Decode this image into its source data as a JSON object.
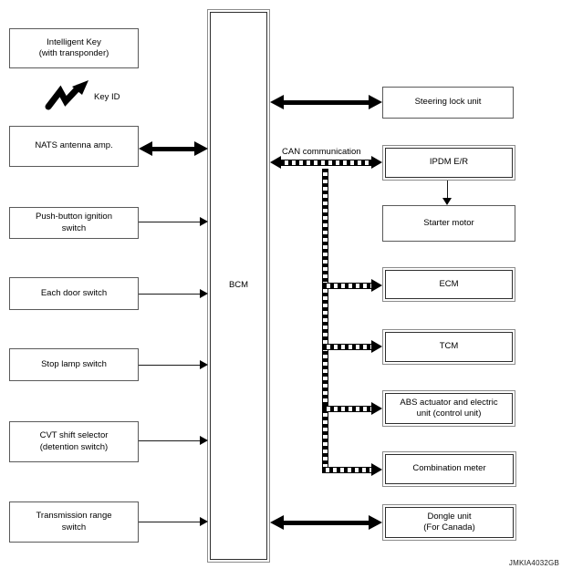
{
  "diagram": {
    "title_hidden": "",
    "center": {
      "bcm": "BCM"
    },
    "left": {
      "intelligent_key": "Intelligent Key\n(with transponder)",
      "key_id": "Key ID",
      "nats_antenna": "NATS antenna amp.",
      "push_button": "Push-button ignition\nswitch",
      "each_door": "Each door switch",
      "stop_lamp": "Stop lamp switch",
      "cvt_shift": "CVT shift selector\n(detention switch)",
      "transmission_range": "Transmission range\nswitch"
    },
    "right": {
      "steering_lock": "Steering lock unit",
      "can_label": "CAN communication",
      "ipdm": "IPDM E/R",
      "starter_motor": "Starter motor",
      "ecm": "ECM",
      "tcm": "TCM",
      "abs": "ABS actuator and electric\nunit (control unit)",
      "combination_meter": "Combination meter",
      "dongle": "Dongle unit\n(For Canada)"
    },
    "figure_code": "JMKIA4032GB",
    "colors": {
      "line": "#000000",
      "box_border": "#5a5a5a",
      "background": "#ffffff"
    }
  }
}
